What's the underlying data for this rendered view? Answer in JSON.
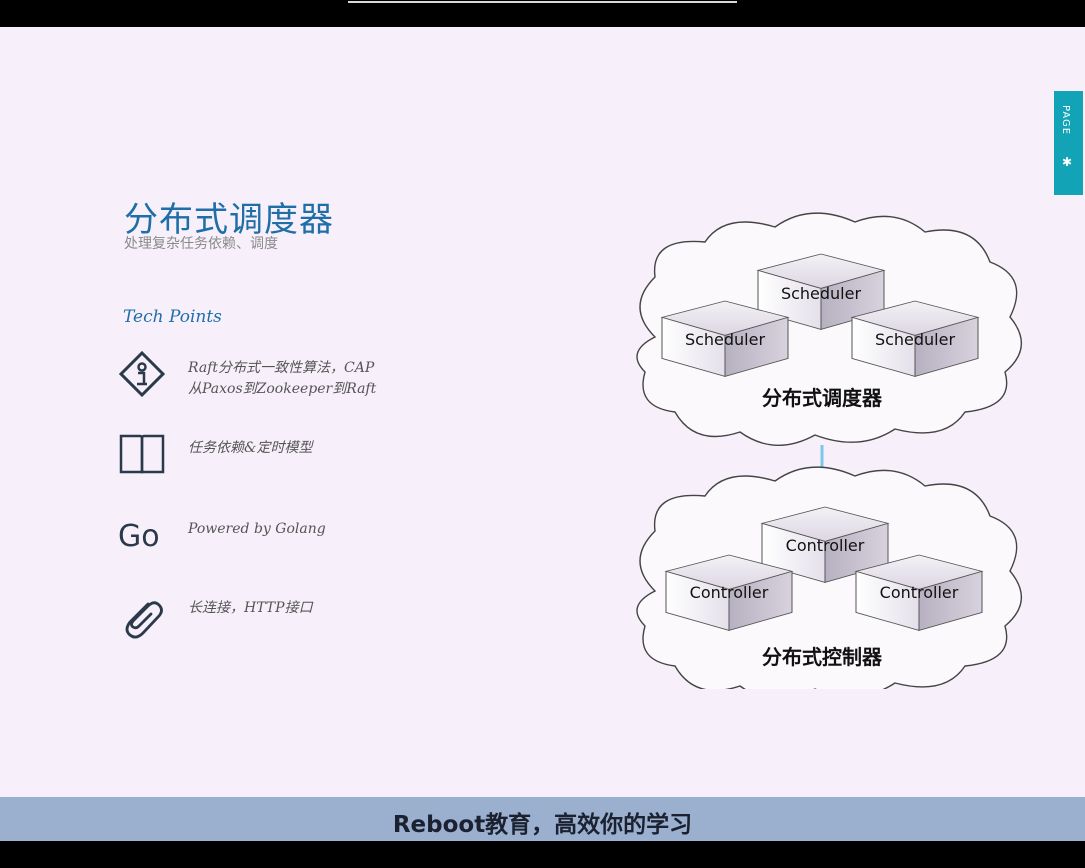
{
  "slide": {
    "title": "分布式调度器",
    "subtitle": "处理复杂任务依赖、调度",
    "tech_heading": "Tech Points",
    "page_tab": "PAGE",
    "features": [
      {
        "icon": "info-diamond-icon",
        "line1": "Raft分布式一致性算法，CAP",
        "line2": "从Paxos到Zookeeper到Raft"
      },
      {
        "icon": "book-icon",
        "line1": "任务依赖&定时模型"
      },
      {
        "icon": "go-logo",
        "logo_text": "Go",
        "line1": "Powered by Golang"
      },
      {
        "icon": "paperclip-icon",
        "line1": "长连接，HTTP接口"
      }
    ]
  },
  "diagram": {
    "top_cloud": {
      "label": "分布式调度器",
      "boxes": [
        "Scheduler",
        "Scheduler",
        "Scheduler"
      ]
    },
    "bottom_cloud": {
      "label": "分布式控制器",
      "boxes": [
        "Controller",
        "Controller",
        "Controller"
      ]
    }
  },
  "caption": "Reboot教育，高效你的学习",
  "colors": {
    "accent": "#1e6fa8",
    "tab": "#12a4b6",
    "caption_bar": "#9bb0cf",
    "slide_bg": "#f7f0fb"
  }
}
